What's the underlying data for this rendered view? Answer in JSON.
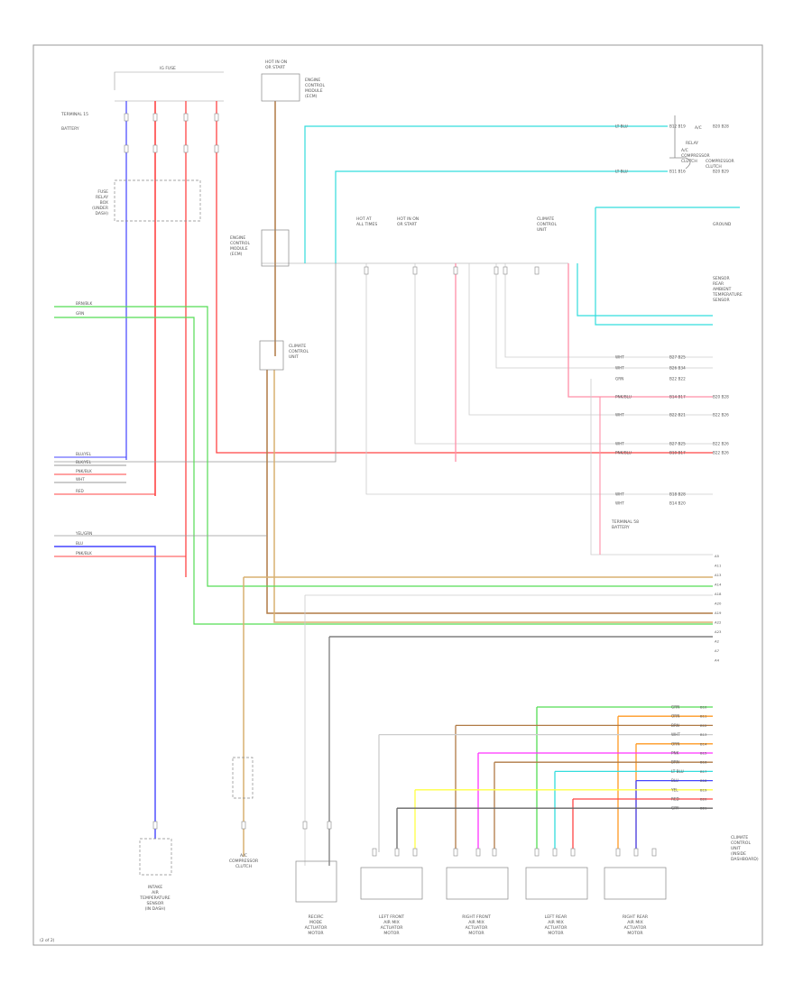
{
  "diagram": {
    "footer_code": "(2 of 2)",
    "top": {
      "fuse_bus": "IG FUSE",
      "ignition_labels": [
        "TERMINAL 15",
        "BATTERY"
      ],
      "relay_box_label": [
        "FUSE",
        "RELAY",
        "BOX",
        "(UNDER",
        "DASH)"
      ],
      "top_box_label": [
        "HOT IN ON",
        "OR START"
      ],
      "top_box_side": [
        "ENGINE",
        "CONTROL",
        "MODULE",
        "(ECM)"
      ]
    },
    "left_connectors": [
      {
        "label": "BRN/BLK",
        "wire": "#8a5a30"
      },
      {
        "label": "GRN",
        "wire": "#44d444"
      }
    ],
    "mid_left_connectors": [
      "BLU/YEL",
      "BLK/YEL",
      "PNK/BLK",
      "WHT",
      "RED"
    ],
    "lower_left_connectors": [
      "YEL/GRN",
      "BLU",
      "PNK/BLK"
    ],
    "center_module": [
      "CLIMATE",
      "CONTROL",
      "UNIT"
    ],
    "junction_labels": [
      {
        "lines": [
          "HOT AT",
          "ALL TIMES"
        ]
      },
      {
        "lines": [
          "HOT IN ON",
          "OR START"
        ]
      },
      {
        "lines": [
          "CLIMATE",
          "CONTROL",
          "UNIT"
        ]
      }
    ],
    "right_top": {
      "title": "A/C",
      "relay": "RELAY",
      "sub": [
        "A/C",
        "COMPRESSOR",
        "CLUTCH"
      ],
      "labels_right": [
        "COMPRESSOR",
        "CLUTCH"
      ],
      "sensor_block": [
        "SENSOR",
        "REAR",
        "AMBIENT",
        "TEMPERATURE",
        "SENSOR"
      ],
      "ground": "GROUND"
    },
    "right_connector_rows": [
      {
        "code": "LT BLU",
        "pins": "B12 B19",
        "note": "B20 B28"
      },
      {
        "code": "LT BLU",
        "pins": "B11 B16",
        "note": "B20 B29"
      },
      {
        "code": "WHT",
        "pins": "B27 B25",
        "note": ""
      },
      {
        "code": "WHT",
        "pins": "B26 B34",
        "note": ""
      },
      {
        "code": "GRN",
        "pins": "B22 B22",
        "note": ""
      },
      {
        "code": "PNK/BLU",
        "pins": "B14 B17",
        "note": "B20 B28"
      },
      {
        "code": "WHT",
        "pins": "B22 B21",
        "note": "B22 B26"
      },
      {
        "code": "WHT",
        "pins": "B27 B25",
        "note": "B22 B26"
      },
      {
        "code": "PNK/BLU",
        "pins": "B10 B17",
        "note": "B22 B26"
      },
      {
        "code": "WHT",
        "pins": "B18 B28",
        "note": ""
      },
      {
        "code": "WHT",
        "pins": "B14 B20",
        "note": ""
      }
    ],
    "terminal_label": [
      "TERMINAL 58",
      "BATTERY"
    ],
    "right_pins": [
      "A5",
      "A11",
      "A13",
      "A14",
      "A18",
      "A20",
      "A19",
      "A22",
      "A23",
      "A2",
      "A7",
      "A4"
    ],
    "lower_right_rows": [
      {
        "code": "GRN",
        "pin": "B10"
      },
      {
        "code": "ORN",
        "pin": "B11"
      },
      {
        "code": "BRN",
        "pin": "B12"
      },
      {
        "code": "WHT",
        "pin": "B13"
      },
      {
        "code": "ORN",
        "pin": "B14"
      },
      {
        "code": "PNK",
        "pin": "B15"
      },
      {
        "code": "BRN",
        "pin": "B16"
      },
      {
        "code": "LT BLU",
        "pin": "B17"
      },
      {
        "code": "BLU",
        "pin": "B18"
      },
      {
        "code": "YEL",
        "pin": "B19"
      },
      {
        "code": "RED",
        "pin": "B20"
      },
      {
        "code": "GRY",
        "pin": "B21"
      }
    ],
    "lower_right_block": [
      "CLIMATE",
      "CONTROL",
      "UNIT",
      "(INSIDE",
      "DASHBOARD)"
    ],
    "bottom_captions": [
      [
        "INTAKE",
        "AIR",
        "TEMPERATURE",
        "SENSOR",
        "(IN DASH)"
      ],
      [
        "A/C",
        "COMPRESSOR",
        "CLUTCH"
      ],
      [
        "RECIRC",
        "MODE",
        "ACTUATOR",
        "MOTOR"
      ],
      [
        "LEFT FRONT",
        "AIR MIX",
        "ACTUATOR",
        "MOTOR"
      ],
      [
        "RIGHT FRONT",
        "AIR MIX",
        "ACTUATOR",
        "MOTOR"
      ],
      [
        "LEFT REAR",
        "AIR MIX",
        "ACTUATOR",
        "MOTOR"
      ],
      [
        "RIGHT REAR",
        "AIR MIX",
        "ACTUATOR",
        "MOTOR"
      ]
    ],
    "colors": {
      "red": "#ff4444",
      "pink": "#ff8fa8",
      "green": "#55dd55",
      "cyan": "#33dddd",
      "brown": "#b07a45",
      "tan": "#d8b070",
      "blue": "#4444ff",
      "orange": "#ff9922",
      "magenta": "#ff33ff",
      "yellow": "#ffff44",
      "gray": "#999999",
      "light_gray": "#cccccc",
      "dark_gray": "#666666"
    }
  }
}
